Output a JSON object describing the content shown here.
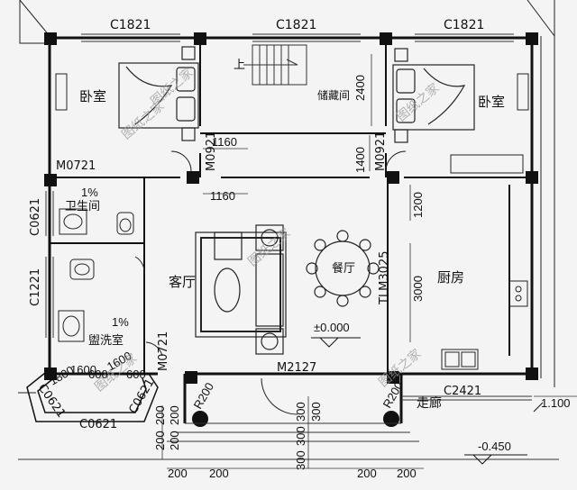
{
  "windows": {
    "top_left": "C1821",
    "top_mid": "C1821",
    "top_right": "C1821",
    "left_upper": "C0621",
    "left_lower": "C1221",
    "bay_left": "C0621",
    "bay_bottom": "C0621",
    "bay_right": "C0621",
    "kitchen_bottom": "C2421",
    "kitchen_window_v": "TLM3025"
  },
  "doors": {
    "d1": "M0721",
    "d2": "M0921",
    "d3": "M0921",
    "d4": "M0721",
    "d5": "M2127"
  },
  "rooms": {
    "bedroom_left": "卧室",
    "bedroom_right": "卧室",
    "storage": "储藏间",
    "stair_up": "上",
    "bathroom": "卫生间",
    "washroom": "盥洗室",
    "living": "客厅",
    "dining": "餐厅",
    "kitchen": "厨房",
    "corridor": "走廊"
  },
  "dimensions": {
    "d2400": "2400",
    "d1160a": "1160",
    "d1400": "1400",
    "d1160b": "1160",
    "d1200": "1200",
    "d3000": "3000",
    "d200a": "200",
    "d200b": "200",
    "d200c": "200",
    "d200d": "200",
    "d300a": "300",
    "d300b": "300",
    "d300c": "300",
    "d300d": "300",
    "d200e": "200",
    "d200f": "200",
    "d200g": "200",
    "d200h": "200",
    "r200a": "R200",
    "r200b": "R200",
    "bay_a": "1800",
    "bay_b": "1600",
    "bay_c": "600",
    "bay_d": "1600",
    "bay_e": "600"
  },
  "levels": {
    "floor": "±0.000",
    "outside": "-0.450",
    "ext": "1.100"
  },
  "slopes": {
    "s1": "1%",
    "s2": "1%"
  },
  "watermarks": {
    "w1": "图纸之家",
    "w2": "图纸之家",
    "w3": "图纸之家",
    "w4": "图纸之家",
    "w5": "图纸之家",
    "w6": "图纸之家"
  }
}
